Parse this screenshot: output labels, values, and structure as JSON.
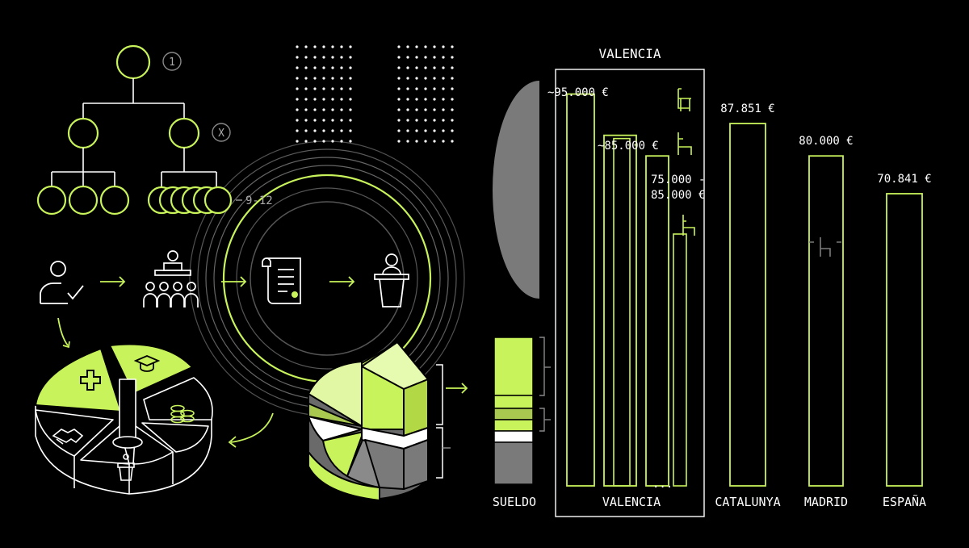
{
  "colors": {
    "accent": "#c8f35a",
    "white": "#ffffff",
    "grey": "#7a7a7a",
    "background": "#000000"
  },
  "hierarchy": {
    "badge_top": "1",
    "badge_right": "X",
    "range_label": "9-12"
  },
  "process_icons": [
    "user-check-icon",
    "audience-icon",
    "scroll-document-icon",
    "lectern-icon"
  ],
  "pie_icons": [
    "medical-cross-icon",
    "graduation-cap-icon",
    "coins-icon",
    "handshake-icon",
    "podium-icon"
  ],
  "salary": {
    "sueldo_label": "SUELDO",
    "valencia_box_title": "VALENCIA",
    "valencia_group_label": "VALENCIA",
    "ellipsis": "...",
    "annotations": {
      "v1": "~95.000 €",
      "v2": "~85.000 €",
      "v3_line1": "75.000 -",
      "v3_line2": "85.000 €"
    }
  },
  "chart_data": {
    "type": "bar",
    "categories": [
      "VALENCIA",
      "VALENCIA",
      "VALENCIA",
      "CATALUNYA",
      "MADRID",
      "ESPAÑA"
    ],
    "series": [
      {
        "values": [
          95000,
          85000,
          80000,
          87851,
          80000,
          70841
        ]
      }
    ],
    "data_labels": [
      "~95.000 €",
      "~85.000 €",
      "75.000 - 85.000 €",
      "87.851 €",
      "80.000 €",
      "70.841 €"
    ],
    "region_labels": [
      "CATALUNYA",
      "MADRID",
      "ESPAÑA"
    ],
    "ylim": [
      0,
      100000
    ]
  }
}
